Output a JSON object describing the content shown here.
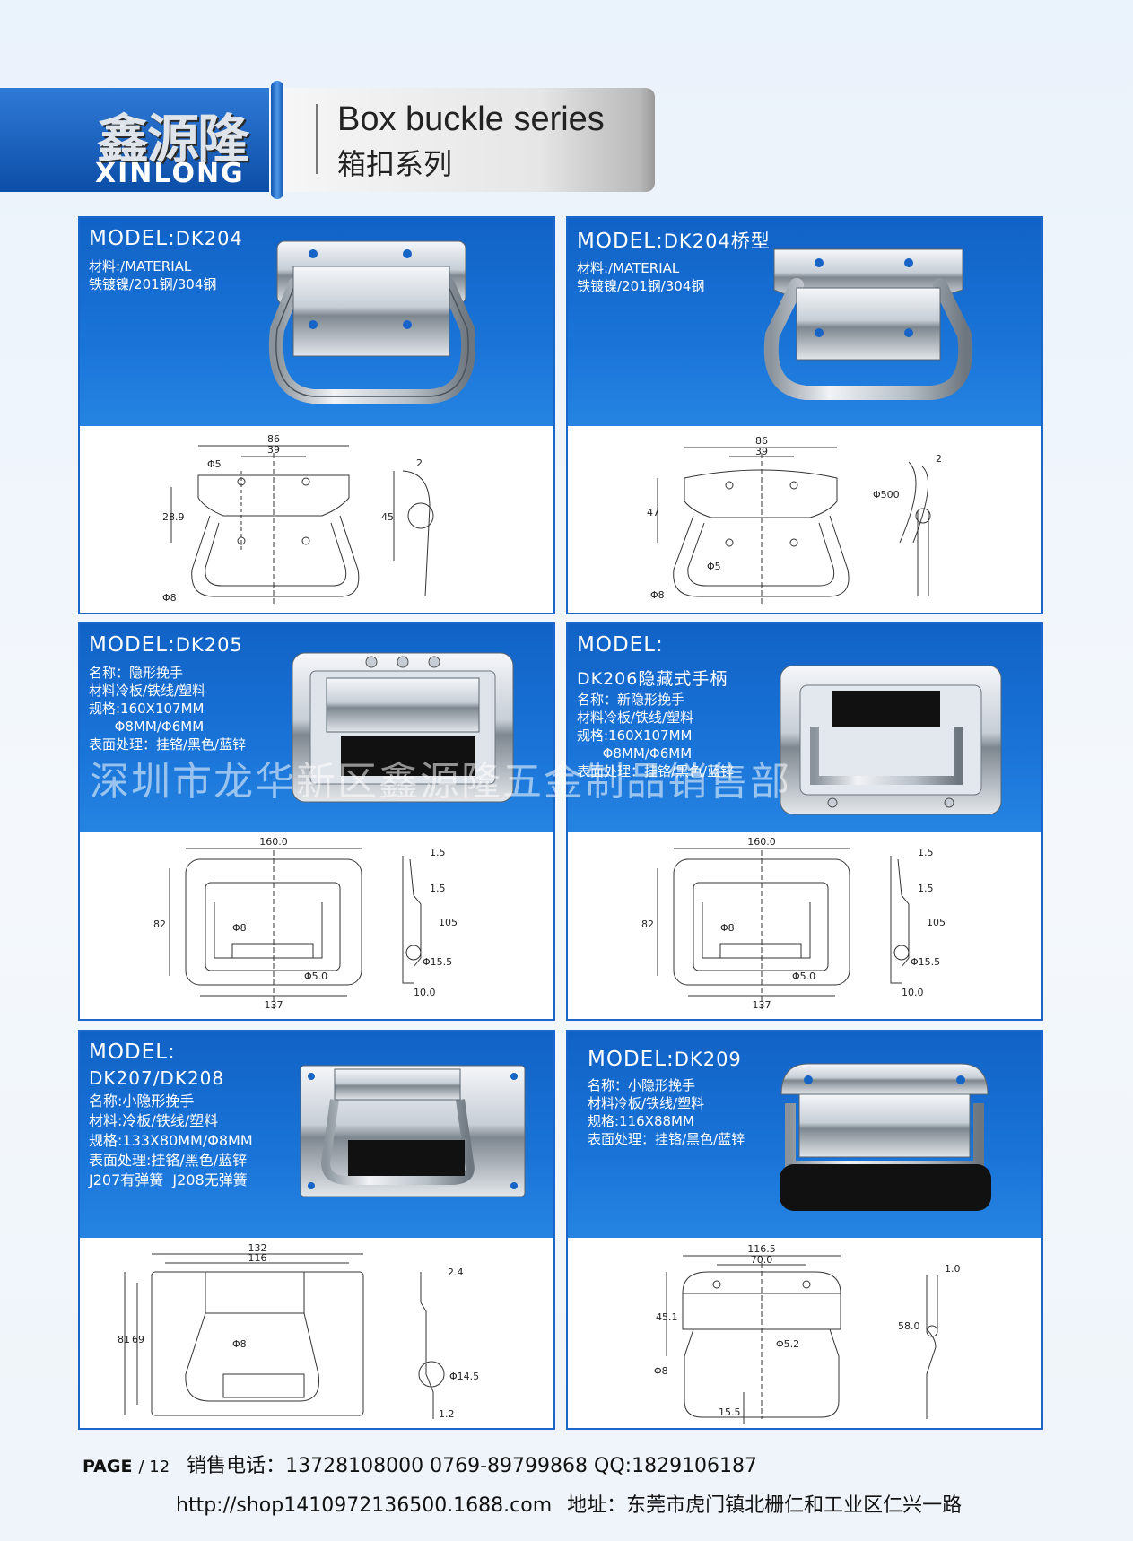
{
  "header": {
    "logo_cn": "鑫源隆",
    "logo_en": "XINLONG",
    "title_en": "Box buckle series",
    "title_cn": "箱扣系列"
  },
  "watermark": "深圳市龙华新区鑫源隆五金制品销售部",
  "panels": [
    {
      "model_label": "MODEL:",
      "model": "DK204",
      "specs": [
        "材料:/MATERIAL",
        "铁镀镍/201钢/304钢"
      ],
      "dims": {
        "w": "86",
        "c": "39",
        "h": "28.9",
        "t": "45",
        "th": "2",
        "hole": "Φ5",
        "rod": "Φ8"
      }
    },
    {
      "model_label": "MODEL:",
      "model": "DK204桥型",
      "specs": [
        "材料:/MATERIAL",
        "铁镀镍/201钢/304钢"
      ],
      "dims": {
        "w": "86",
        "c": "39",
        "h": "47",
        "th": "2",
        "r": "Φ500",
        "hole": "Φ5",
        "rod": "Φ8"
      }
    },
    {
      "model_label": "MODEL:",
      "model": "DK205",
      "specs": [
        "名称：隐形挽手",
        "材料冷板/铁线/塑料",
        "规格:160X107MM",
        "      Φ8MM/Φ6MM",
        "表面处理：挂铬/黑色/蓝锌"
      ],
      "dims": {
        "w": "160.0",
        "b": "137",
        "h": "82",
        "t": "105",
        "t1": "1.5",
        "t2": "1.5",
        "rod": "Φ8",
        "hole": "Φ5.0",
        "p": "Φ15.5",
        "f": "10.0"
      }
    },
    {
      "model_label": "MODEL:",
      "model": "DK206隐藏式手柄",
      "specs": [
        "名称：新隐形挽手",
        "材料冷板/铁线/塑料",
        "规格:160X107MM",
        "      Φ8MM/Φ6MM",
        "表面处理：挂铬/黑色/蓝锌"
      ],
      "dims": {
        "w": "160.0",
        "b": "137",
        "h": "82",
        "t": "105",
        "t1": "1.5",
        "t2": "1.5",
        "rod": "Φ8",
        "hole": "Φ5.0",
        "p": "Φ15.5",
        "f": "10.0"
      }
    },
    {
      "model_label": "MODEL:",
      "model": "DK207/DK208",
      "specs": [
        "名称:小隐形挽手",
        "材料:冷板/铁线/塑料",
        "规格:133X80MM/Φ8MM",
        "表面处理:挂铬/黑色/蓝锌",
        "J207有弹簧  J208无弹簧"
      ],
      "dims": {
        "w": "132",
        "c": "116",
        "h1": "81",
        "h2": "69",
        "rod": "Φ8",
        "th": "2.4",
        "p": "Φ14.5",
        "f": "1.2"
      }
    },
    {
      "model_label": "MODEL:",
      "model": "DK209",
      "specs": [
        "名称：小隐形挽手",
        "材料冷板/铁线/塑料",
        "规格:116X88MM",
        "表面处理：挂铬/黑色/蓝锌"
      ],
      "dims": {
        "w": "116.5",
        "c": "70.0",
        "h": "45.1",
        "hole": "Φ5.2",
        "rod": "Φ8",
        "b": "15.5",
        "t": "58.0",
        "th": "1.0"
      }
    }
  ],
  "footer": {
    "page_label": "PAGE",
    "page_num": "/ 12",
    "phone": "销售电话：13728108000  0769-89799868  QQ:1829106187",
    "url": "http://shop1410972136500.1688.com",
    "address": "地址：东莞市虎门镇北栅仁和工业区仁兴一路"
  }
}
